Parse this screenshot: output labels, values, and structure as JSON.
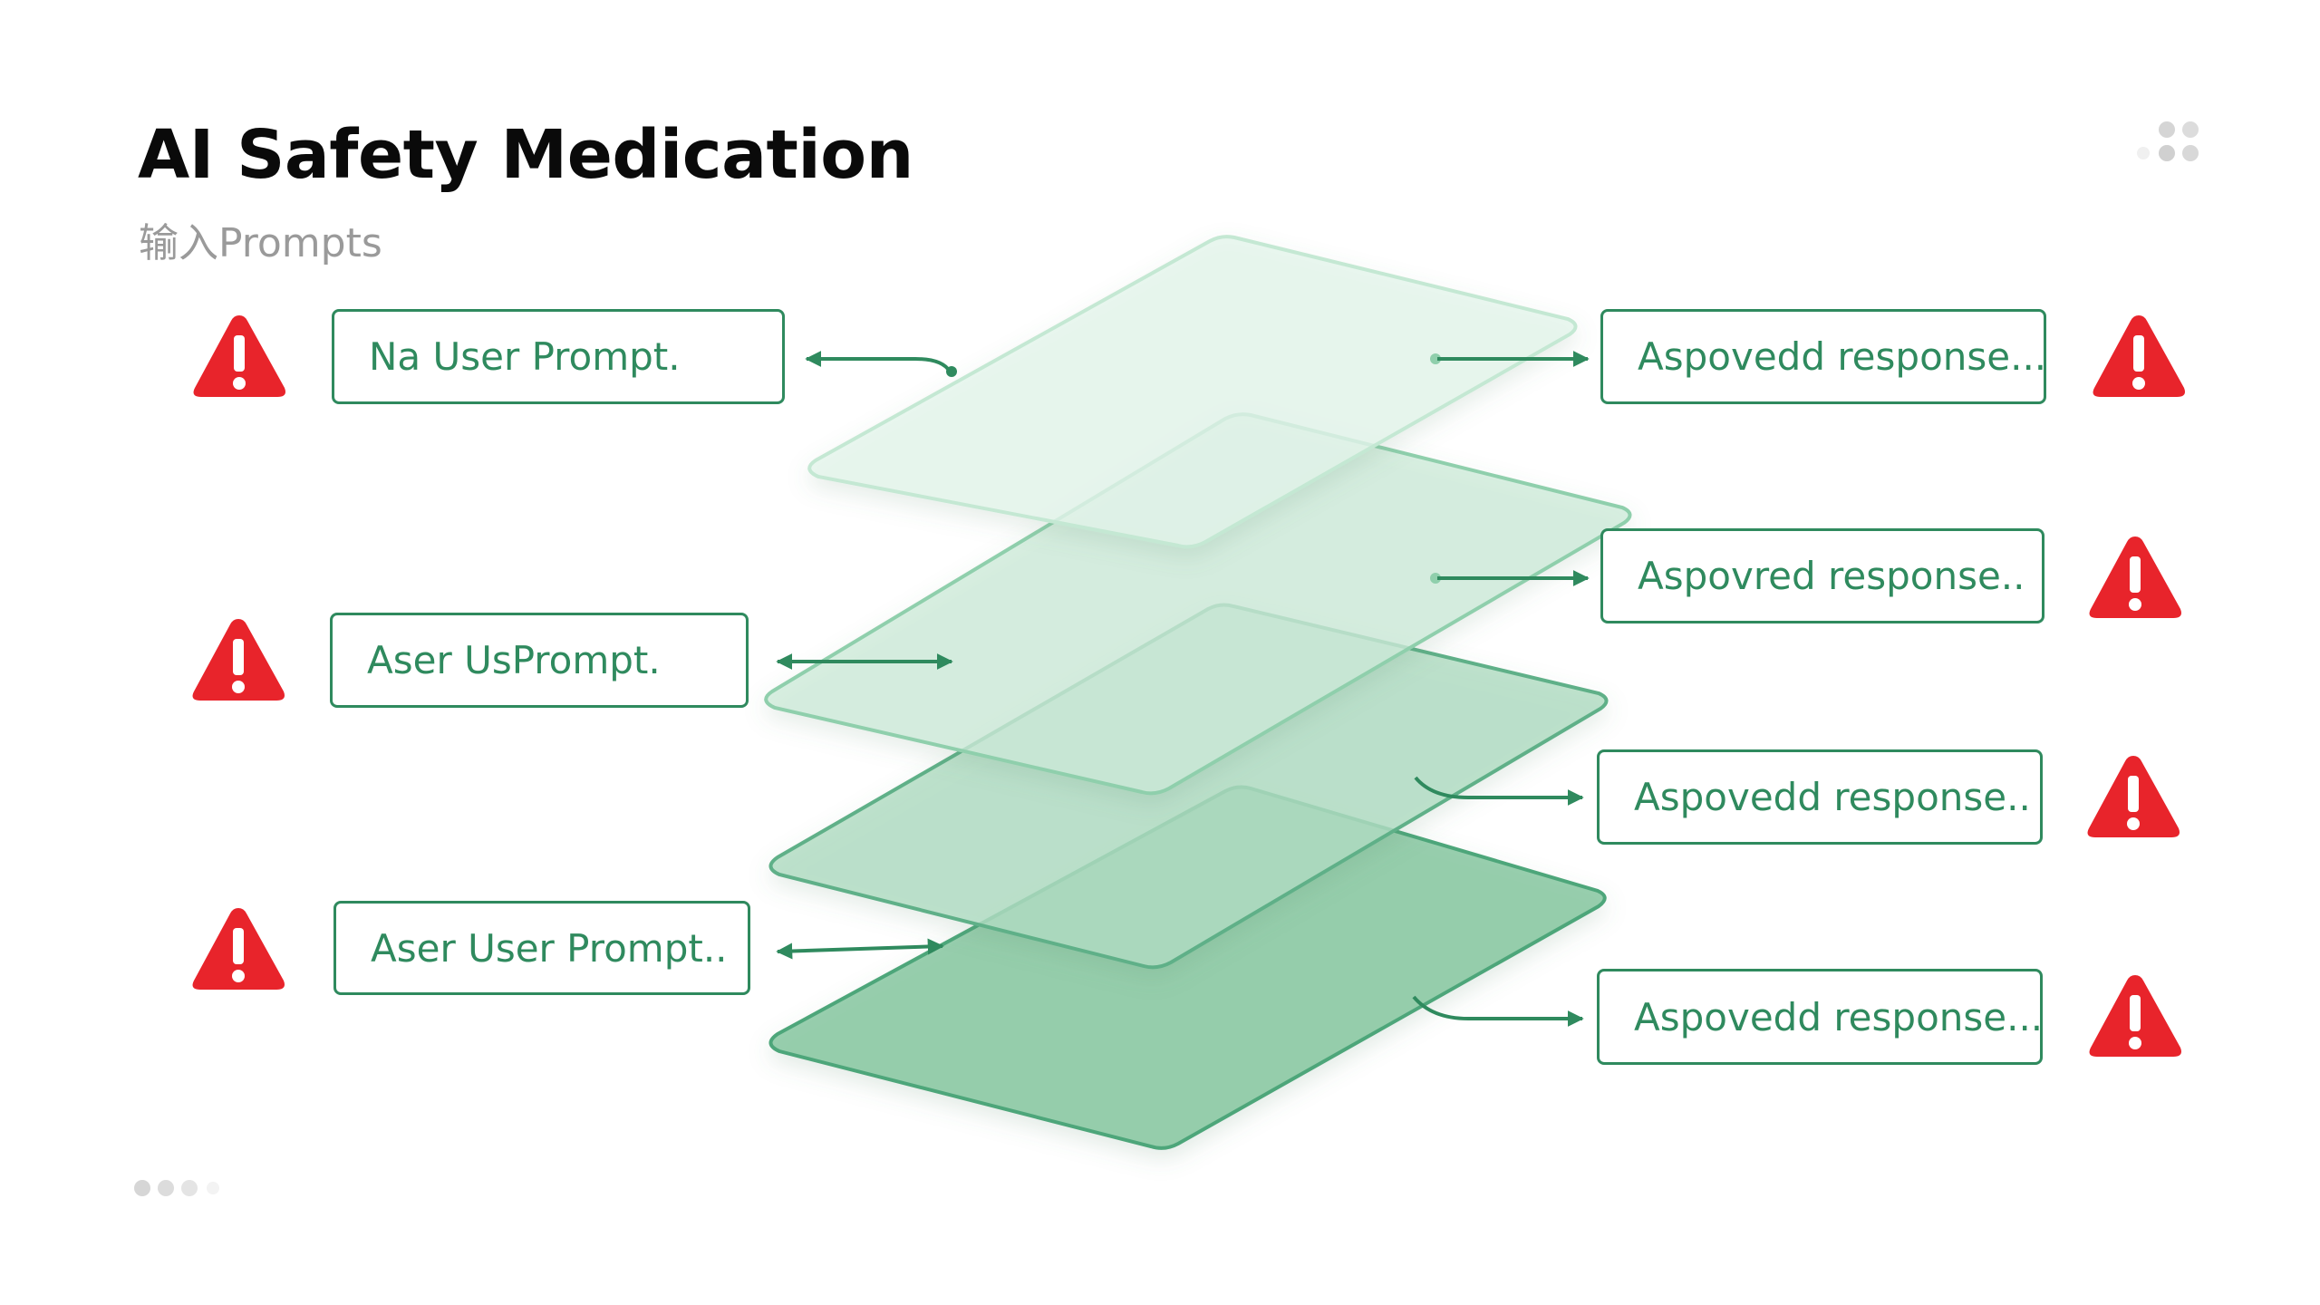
{
  "header": {
    "title": "AI Safety Medication",
    "subtitle": "输入Prompts"
  },
  "prompts": [
    {
      "label": "Na User Prompt."
    },
    {
      "label": "Aser UsPrompt."
    },
    {
      "label": "Aser User Prompt.."
    }
  ],
  "responses": [
    {
      "label": "Aspovedd response..."
    },
    {
      "label": "Aspovred response.."
    },
    {
      "label": "Aspovedd response.."
    },
    {
      "label": "Aspovedd response..."
    }
  ],
  "colors": {
    "accent": "#2f8a5e",
    "warning": "#e8242b",
    "layer_light": "#dff3e8",
    "layer_dark": "#8cc9a6"
  },
  "icons": {
    "warning": "warning-triangle-icon"
  }
}
